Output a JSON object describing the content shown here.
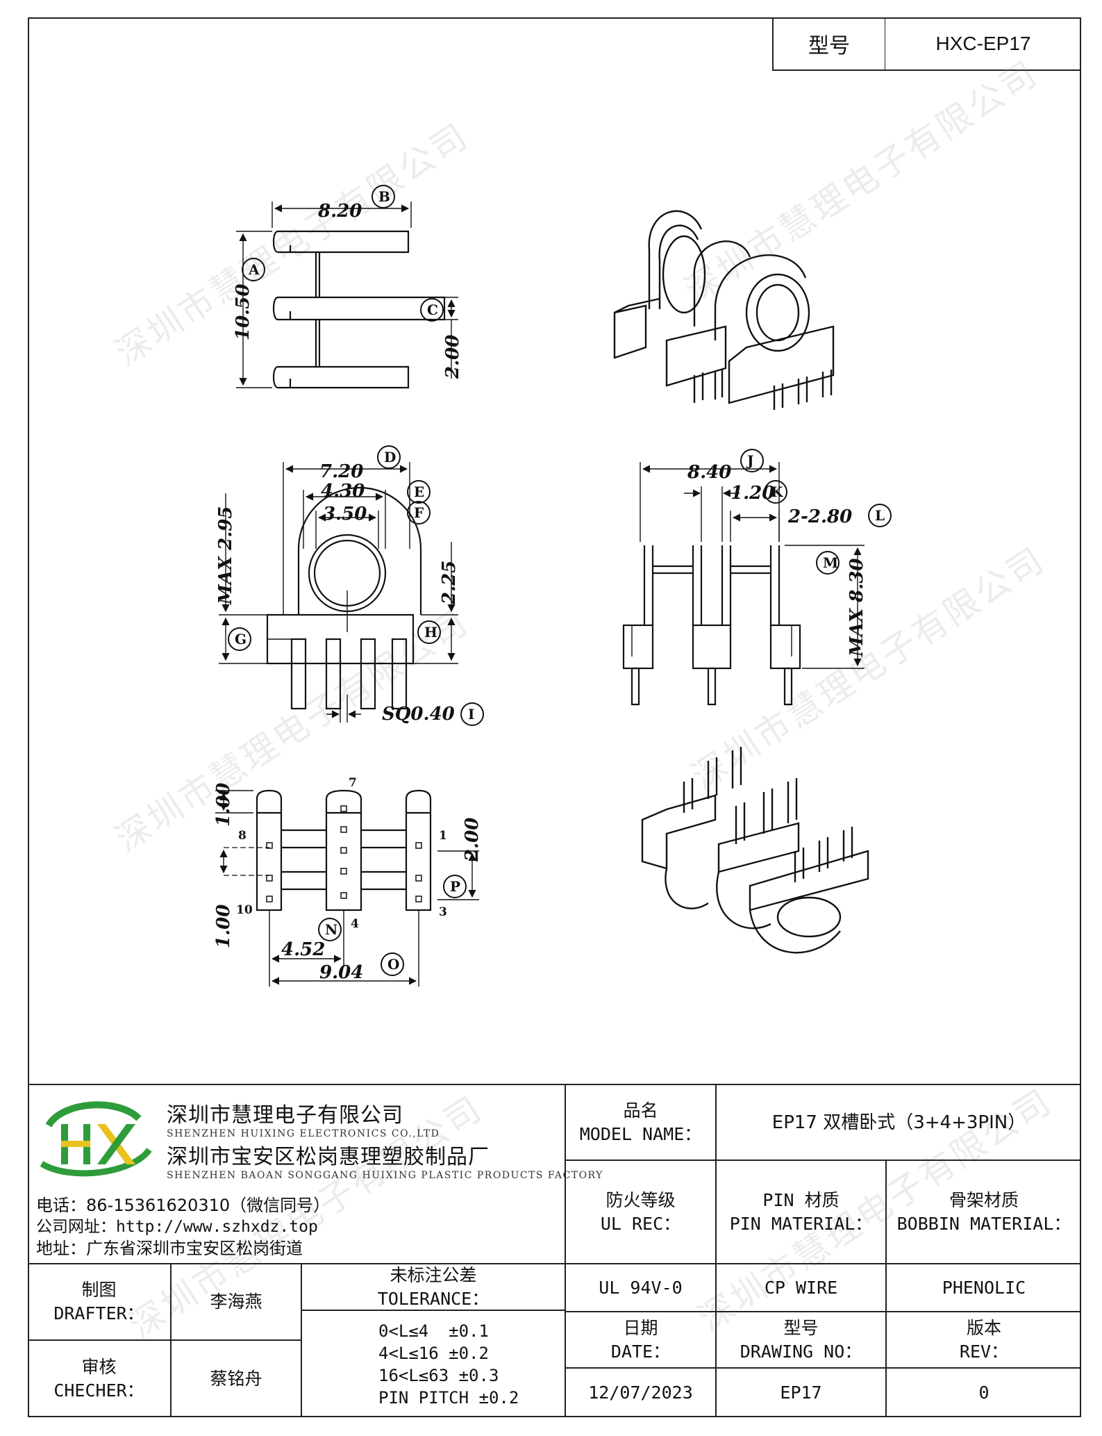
{
  "header": {
    "model_label": "型号",
    "model_value": "HXC-EP17"
  },
  "watermark": "深圳市慧理电子有限公司",
  "drawing": {
    "top_view": {
      "width": "8.20",
      "height": "10.50",
      "slot": "2.00",
      "labels": [
        "B",
        "A",
        "C"
      ]
    },
    "side_view": {
      "d": "7.20",
      "e": "4.30",
      "f": "3.50",
      "max": "MAX 2.95",
      "h": "2.25",
      "pin": "SQ0.40",
      "labels": [
        "D",
        "E",
        "F",
        "G",
        "H",
        "I"
      ]
    },
    "front_view": {
      "j": "8.40",
      "k": "1.20",
      "l": "2-2.80",
      "max": "MAX 8.30",
      "labels": [
        "J",
        "K",
        "L",
        "M"
      ]
    },
    "bottom_view": {
      "top": "1.00",
      "bottom": "1.00",
      "right": "2.00",
      "n": "4.52",
      "o": "9.04",
      "labels": [
        "P",
        "N",
        "O"
      ],
      "pins": [
        "7",
        "8",
        "1",
        "10",
        "4",
        "3"
      ]
    }
  },
  "title_block": {
    "logo_text": "HX",
    "company_cn_1": "深圳市慧理电子有限公司",
    "company_en_1": "SHENZHEN HUIXING ELECTRONICS CO.,LTD",
    "company_cn_2": "深圳市宝安区松岗惠理塑胶制品厂",
    "company_en_2": "SHENZHEN BAOAN SONGGANG HUIXING PLASTIC PRODUCTS FACTORY",
    "phone": "电话：86-15361620310（微信同号）",
    "website": "公司网址：http://www.szhxdz.top",
    "address": "地址：广东省深圳市宝安区松岗街道",
    "model_name_cn": "品名",
    "model_name_en": "MODEL NAME：",
    "model_name_value": "EP17 双槽卧式（3+4+3PIN）",
    "ul_cn": "防火等级",
    "ul_en": "UL REC：",
    "pin_mat_cn": "PIN 材质",
    "pin_mat_en": "PIN MATERIAL：",
    "bobbin_cn": "骨架材质",
    "bobbin_en": "BOBBIN MATERIAL：",
    "ul_value": "UL 94V-0",
    "pin_value": "CP WIRE",
    "bobbin_value": "PHENOLIC",
    "drafter_cn": "制图",
    "drafter_en": "DRAFTER：",
    "drafter_name": "李海燕",
    "checker_cn": "审核",
    "checker_en": "CHECHER：",
    "checker_name": "蔡铭舟",
    "tol_cn": "未标注公差",
    "tol_en": "TOLERANCE：",
    "tol_lines": [
      "0<L≤4  ±0.1",
      "4<L≤16 ±0.2",
      "16<L≤63 ±0.3",
      "PIN PITCH ±0.2"
    ],
    "date_cn": "日期",
    "date_en": "DATE：",
    "drawing_no_cn": "型号",
    "drawing_no_en": "DRAWING NO：",
    "rev_cn": "版本",
    "rev_en": "REV：",
    "date_value": "12/07/2023",
    "drawing_no_value": "EP17",
    "rev_value": "0"
  }
}
